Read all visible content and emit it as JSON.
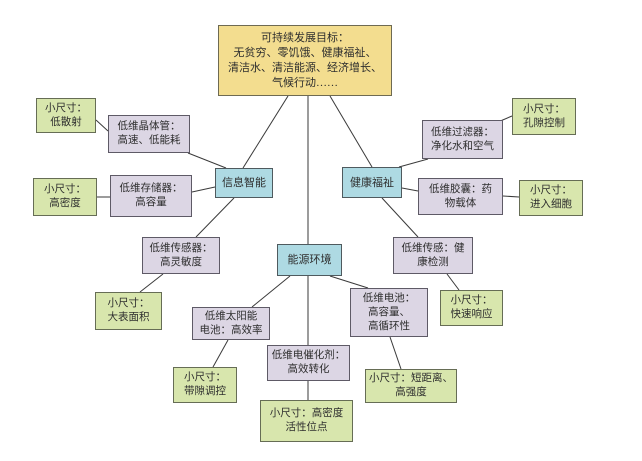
{
  "diagram_type": "mind-map",
  "colors": {
    "root_fill": "#f3dd8f",
    "hub_fill": "#aedae3",
    "branch_fill": "#dcd6e4",
    "leaf_fill": "#d8e6ad",
    "connector_line": "#3a3a3a",
    "text": "#2e2e2e",
    "background": "#ffffff"
  },
  "nodes": {
    "root": {
      "label": "可持续发展目标：\n无贫穷、零饥饿、健康福祉、\n清洁水、清洁能源、经济增长、\n气候行动……"
    },
    "hub_info": {
      "label": "信息智能"
    },
    "hub_health": {
      "label": "健康福祉"
    },
    "hub_energy": {
      "label": "能源环境"
    },
    "transistor": {
      "label": "低维晶体管：\n高速、低能耗"
    },
    "memory": {
      "label": "低维存储器：\n高容量"
    },
    "sensor_info": {
      "label": "低维传感器：\n高灵敏度"
    },
    "filter": {
      "label": "低维过滤器：\n净化水和空气"
    },
    "capsule": {
      "label": "低维胶囊：药\n物载体"
    },
    "sensor_health": {
      "label": "低维传感：健\n康检测"
    },
    "solar": {
      "label": "低维太阳能\n电池：高效率"
    },
    "battery": {
      "label": "低维电池：\n高容量、\n高循环性"
    },
    "catalyst": {
      "label": "低维电催化剂：\n高效转化"
    },
    "leaf_scatter": {
      "label": "小尺寸：\n低散射"
    },
    "leaf_density": {
      "label": "小尺寸：\n高密度"
    },
    "leaf_surface": {
      "label": "小尺寸：\n大表面积"
    },
    "leaf_pore": {
      "label": "小尺寸：\n孔隙控制"
    },
    "leaf_cell": {
      "label": "小尺寸：\n进入细胞"
    },
    "leaf_response": {
      "label": "小尺寸：\n快速响应"
    },
    "leaf_bandgap": {
      "label": "小尺寸：\n带隙调控"
    },
    "leaf_distance": {
      "label": "小尺寸：短距离、\n高强度"
    },
    "leaf_active": {
      "label": "小尺寸：高密度\n活性位点"
    }
  }
}
